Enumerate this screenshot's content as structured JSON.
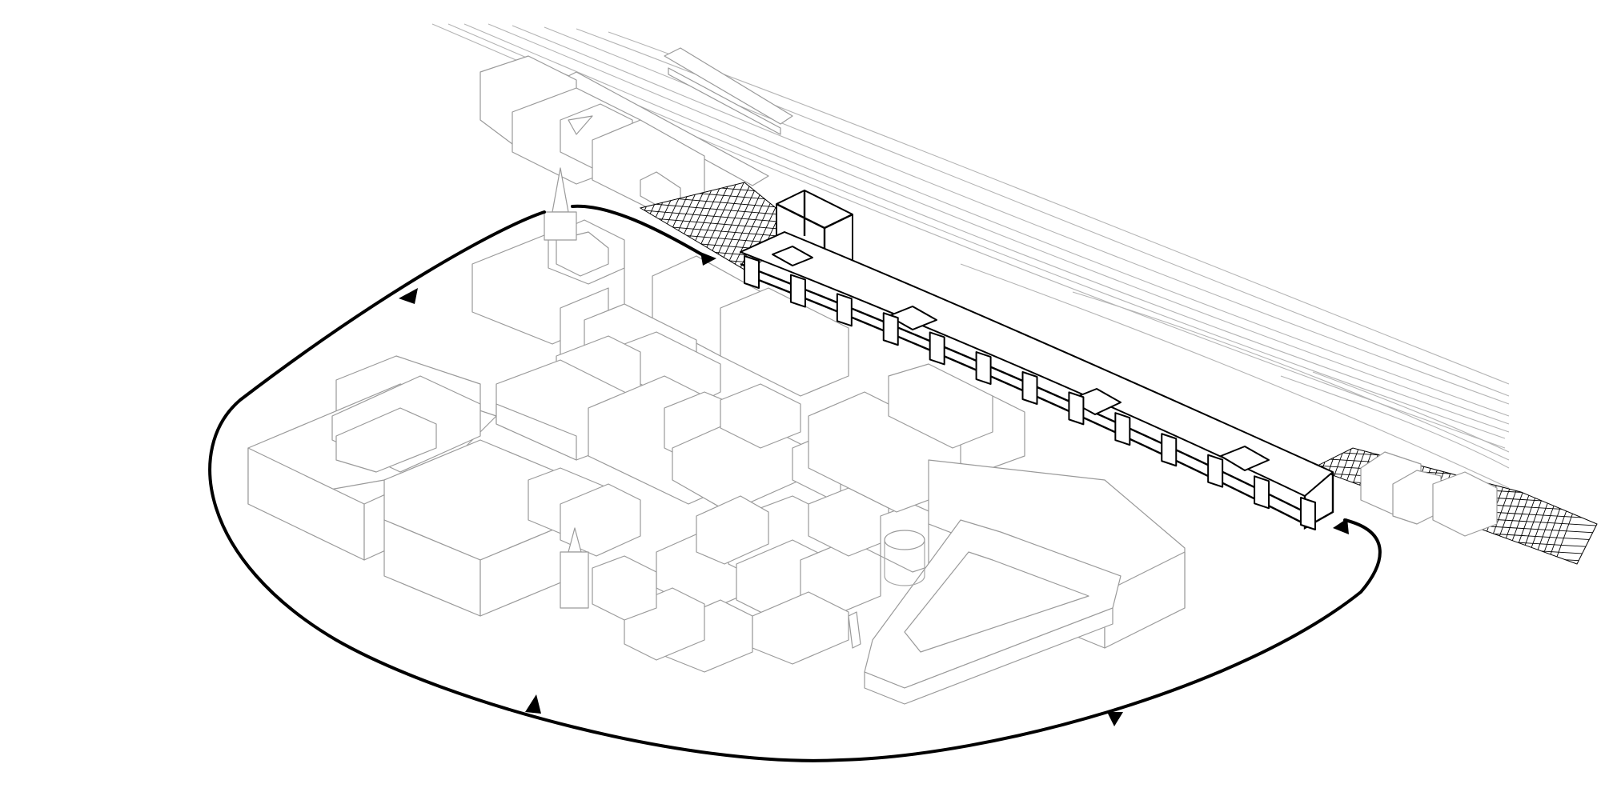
{
  "diagram": {
    "kind": "axonometric urban diagram",
    "colors": {
      "background": "#ffffff",
      "context_stroke": "#9a9a9a",
      "project_stroke": "#000000",
      "loop": "#000000",
      "plaza_hatch": "#000000"
    },
    "elements": {
      "circulation_loop": {
        "direction_markers": 5
      },
      "project_building": {
        "piers": 13,
        "roof_courtyards": 4,
        "tower": 1
      },
      "plazas": {
        "count": 2,
        "pattern": "grid-hatch"
      },
      "railway_tracks": {
        "count": 12
      },
      "context_blocks": {
        "style": "outline-only"
      }
    }
  }
}
